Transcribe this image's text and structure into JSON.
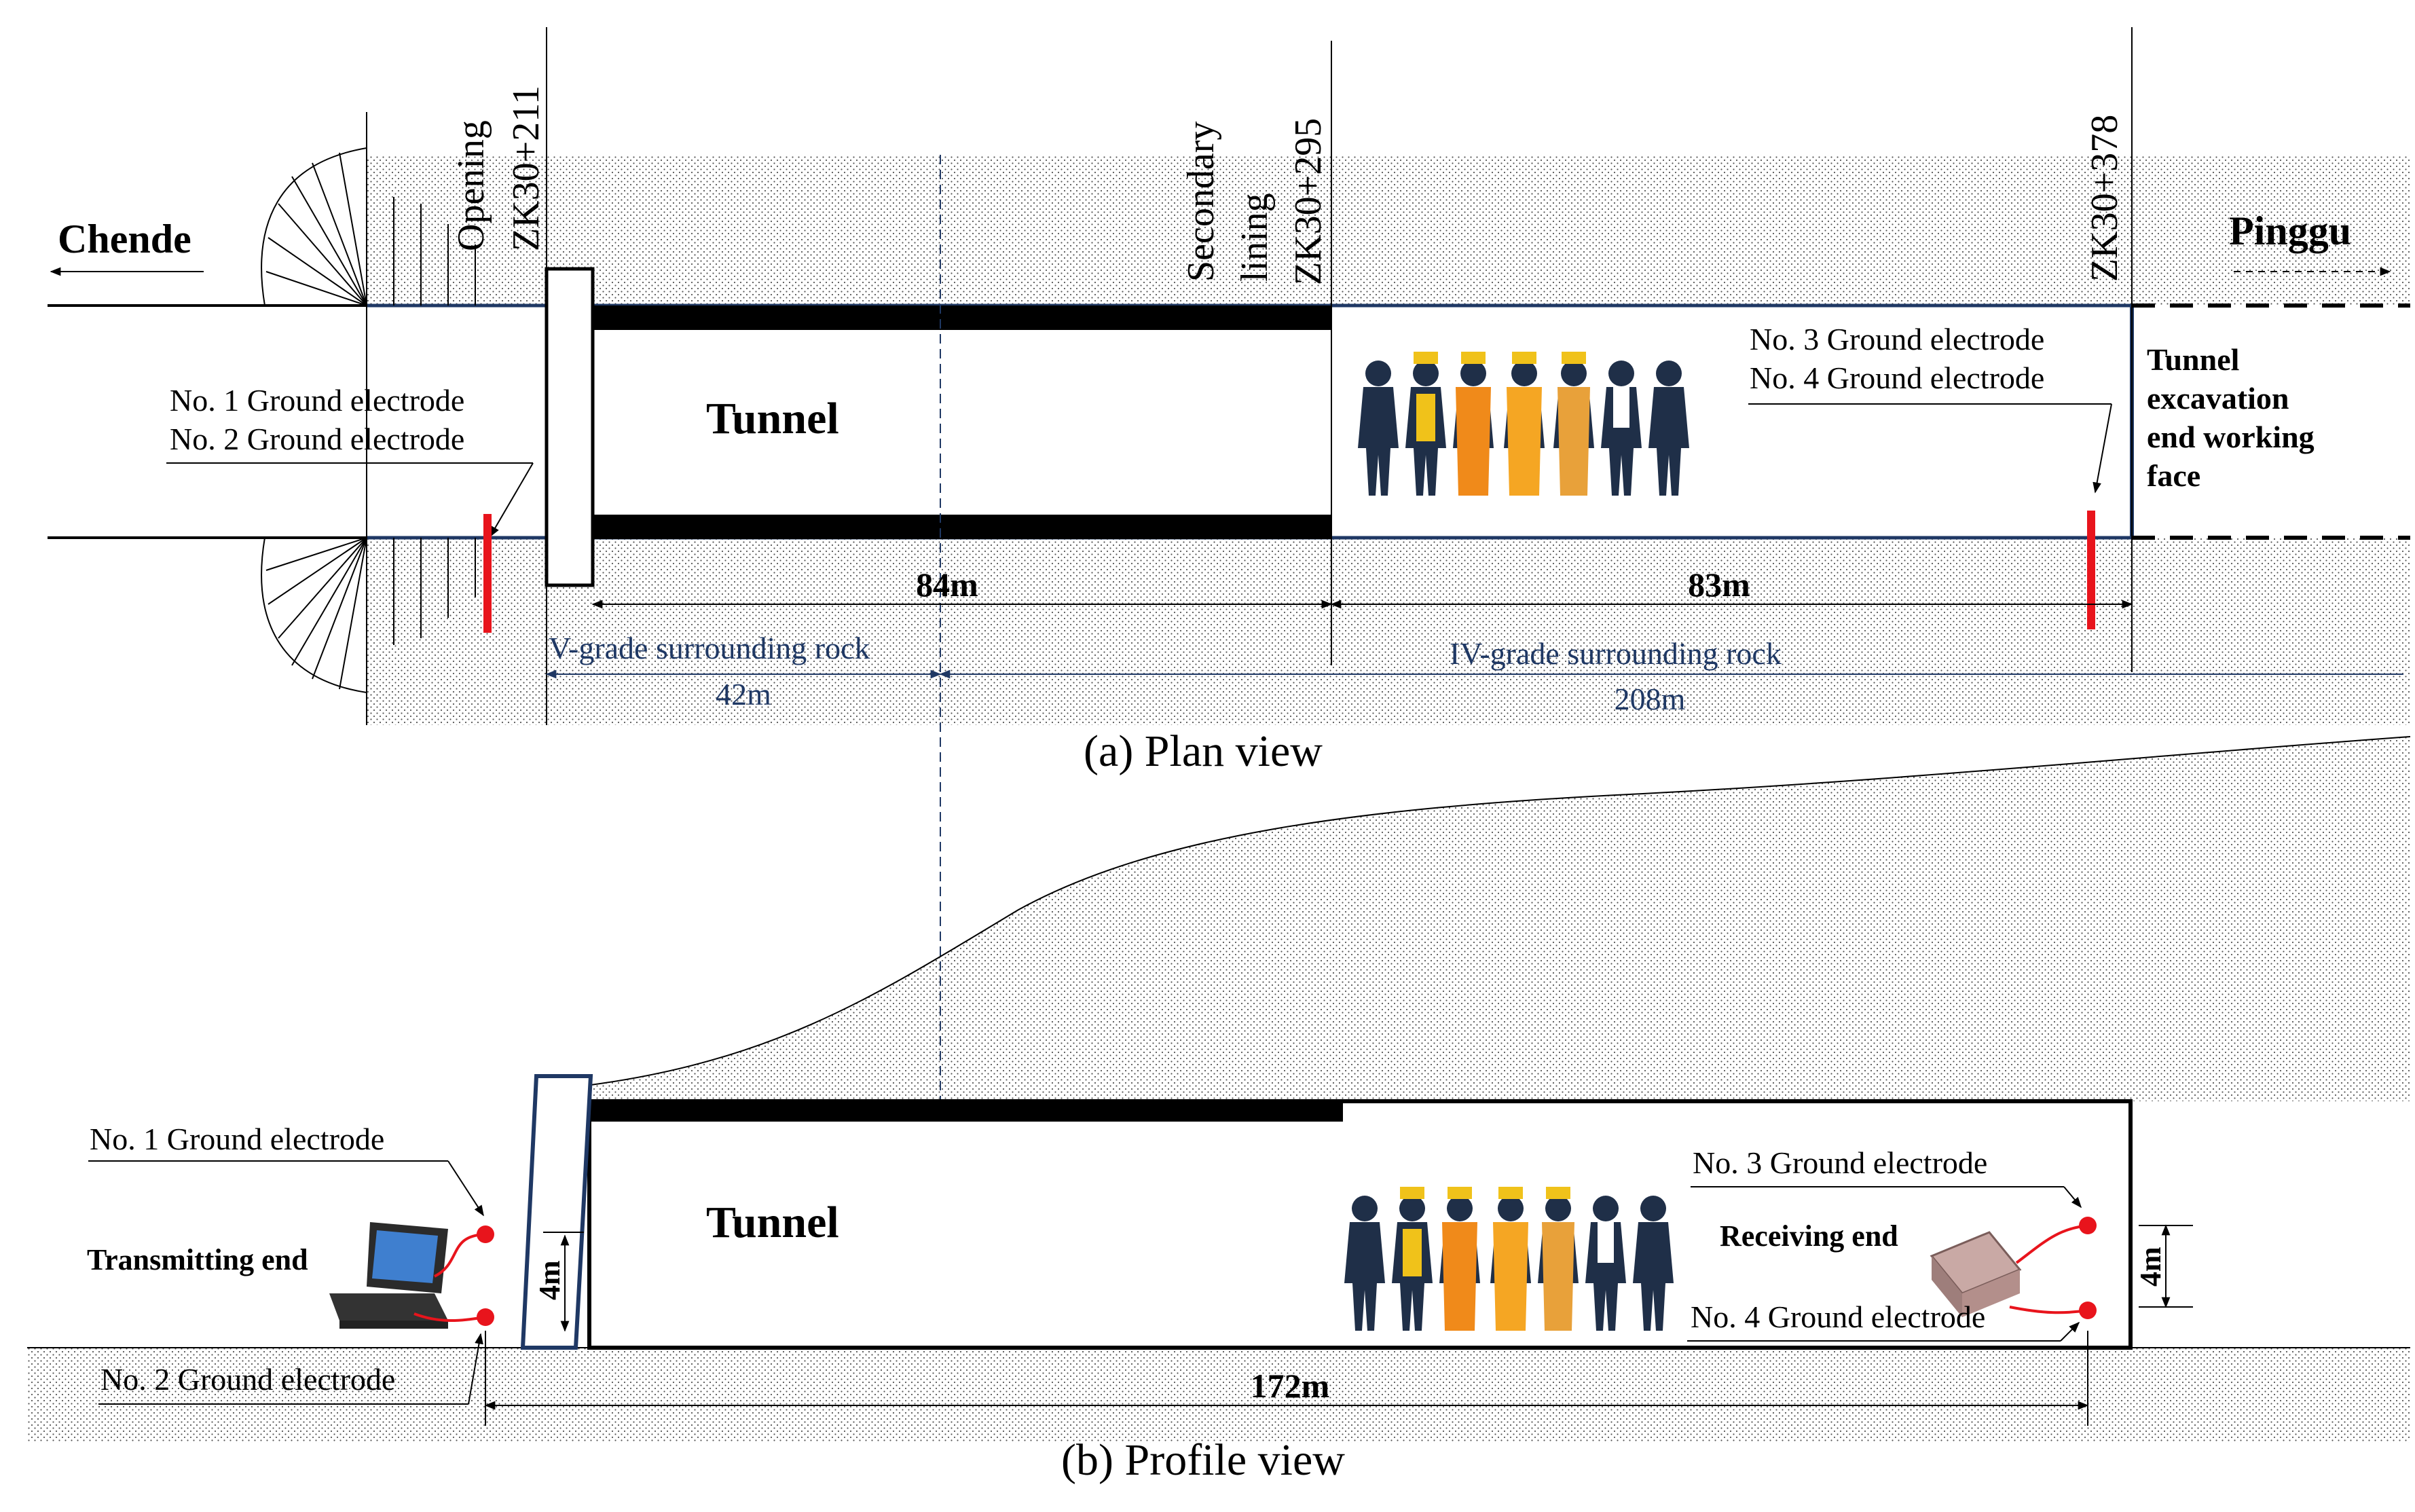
{
  "plan": {
    "caption": "(a) Plan view",
    "left_place": "Chende",
    "right_place": "Pinggu",
    "opening": "Opening",
    "station_opening": "ZK30+211",
    "secondary_lining_1": "Secondary",
    "secondary_lining_2": "lining",
    "station_lining": "ZK30+295",
    "station_face": "ZK30+378",
    "tunnel_label": "Tunnel",
    "electrode_1": "No. 1 Ground electrode",
    "electrode_2": "No. 2 Ground electrode",
    "electrode_3": "No. 3 Ground electrode",
    "electrode_4": "No. 4 Ground electrode",
    "face_1": "Tunnel",
    "face_2": "excavation",
    "face_3": "end working",
    "face_4": "face",
    "dim_lined": "84m",
    "dim_unlined": "83m",
    "rock_v": "V-grade surrounding rock",
    "rock_v_len": "42m",
    "rock_iv": "IV-grade surrounding rock",
    "rock_iv_len": "208m"
  },
  "profile": {
    "caption": "(b) Profile view",
    "tunnel_label": "Tunnel",
    "electrode_1": "No. 1 Ground electrode",
    "electrode_2": "No. 2 Ground electrode",
    "electrode_3": "No. 3 Ground electrode",
    "electrode_4": "No. 4 Ground electrode",
    "transmitting": "Transmitting end",
    "receiving": "Receiving end",
    "height_left": "4m",
    "height_right": "4m",
    "span": "172m"
  },
  "colors": {
    "tunnel_outline": "#1f3864",
    "electrode": "#e8141c",
    "rock_annotation": "#1f3864",
    "lining": "#000000"
  },
  "icons": [
    "worker-icon",
    "laptop-icon",
    "receiver-device-icon"
  ]
}
